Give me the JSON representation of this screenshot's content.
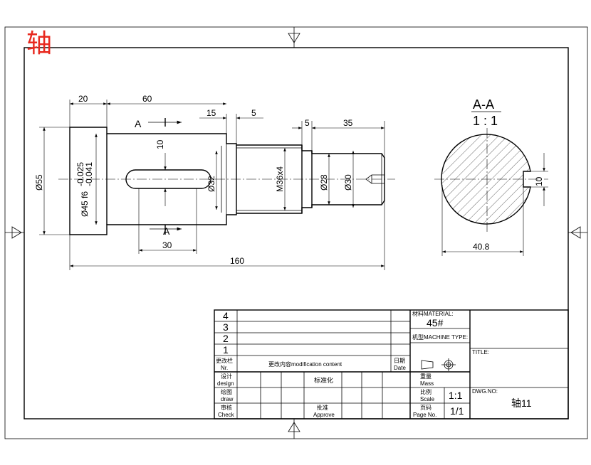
{
  "logo": {
    "text": "轴",
    "color": "#e8281e"
  },
  "dims": {
    "d20": "20",
    "d60": "60",
    "d15": "15",
    "d5a": "5",
    "d5b": "5",
    "d35": "35",
    "d160": "160",
    "d30": "30",
    "d40_8": "40.8",
    "phi55": "Ø55",
    "phi45": "Ø45 f6",
    "tol_up": "-0.025",
    "tol_lo": "-0.041",
    "d10v": "10",
    "phi32": "Ø32",
    "m36": "M36x4",
    "phi28": "Ø28",
    "phi30": "Ø30",
    "d10s": "10"
  },
  "section": {
    "letter_top": "A",
    "letter_bottom": "A",
    "title": "A-A",
    "scale": "1 : 1"
  },
  "title_block": {
    "rows": [
      "4",
      "3",
      "2",
      "1"
    ],
    "change_no": "更改栏\nNr.",
    "change_content": "更改内容modification content",
    "date": "日期\nDate",
    "material_label": "材料MATERIAL:",
    "material": "45#",
    "machine_type": "机型MACHINE TYPE:",
    "title_label": "TITLE:",
    "design": "设计\ndesign",
    "standard": "标准化",
    "mass": "重量\nMass",
    "draw": "绘图\ndraw",
    "scale_label": "比例\nScale",
    "scale": "1:1",
    "check": "审核\nCheck",
    "approve": "批准\nApprove",
    "page_label": "页码\nPage No.",
    "page": "1/1",
    "dwg_label": "DWG.NO:",
    "dwg_no": "轴11"
  }
}
